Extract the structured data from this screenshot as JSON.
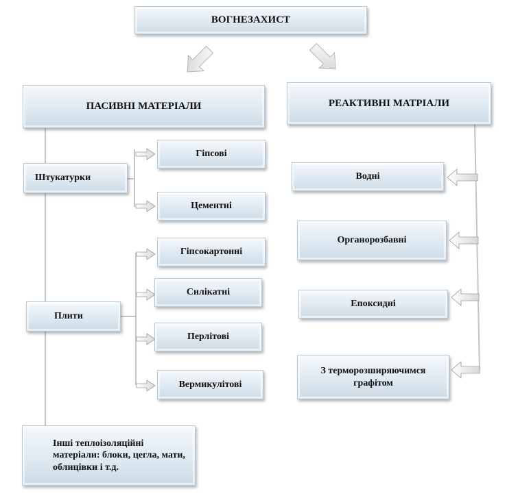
{
  "root": "ВОГНЕЗАХИСТ",
  "passive": {
    "title": "ПАСИВНІ МАТЕРІАЛИ",
    "plasters": {
      "label": "Штукатурки",
      "items": [
        "Гіпсові",
        "Цементні"
      ]
    },
    "boards": {
      "label": "Плити",
      "items": [
        "Гіпсокартонні",
        "Силікатні",
        "Перлітові",
        "Вермикулітові"
      ]
    },
    "other": "Інші теплоізоляційні матеріали: блоки, цегла, мати, облицівки і т.д."
  },
  "reactive": {
    "title": "РЕАКТИВНІ МАТРІАЛИ",
    "items": [
      "Водні",
      "Органорозбавні",
      "Епоксидні",
      "З терморозширяючимся графітом"
    ]
  }
}
